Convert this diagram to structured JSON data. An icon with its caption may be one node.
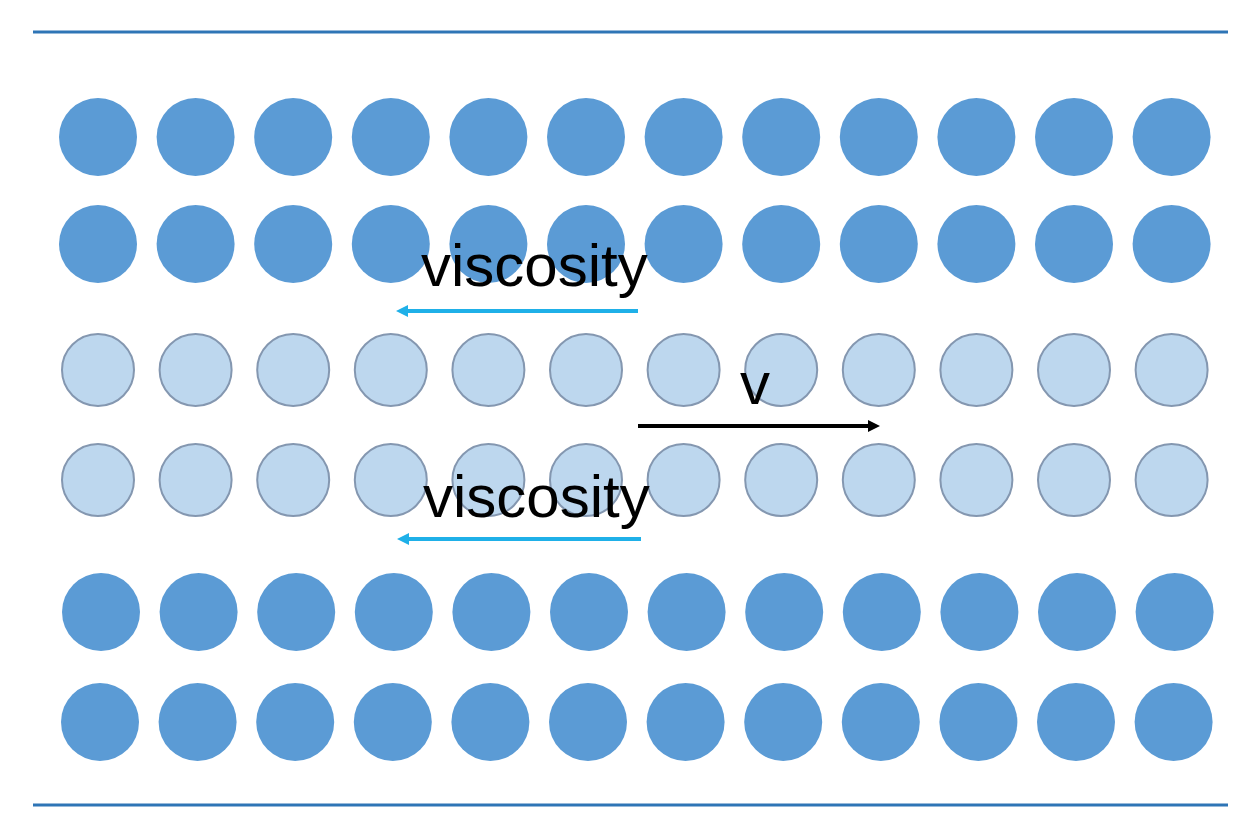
{
  "diagram": {
    "labels": [
      "viscosity",
      "v",
      "viscosity"
    ]
  }
}
